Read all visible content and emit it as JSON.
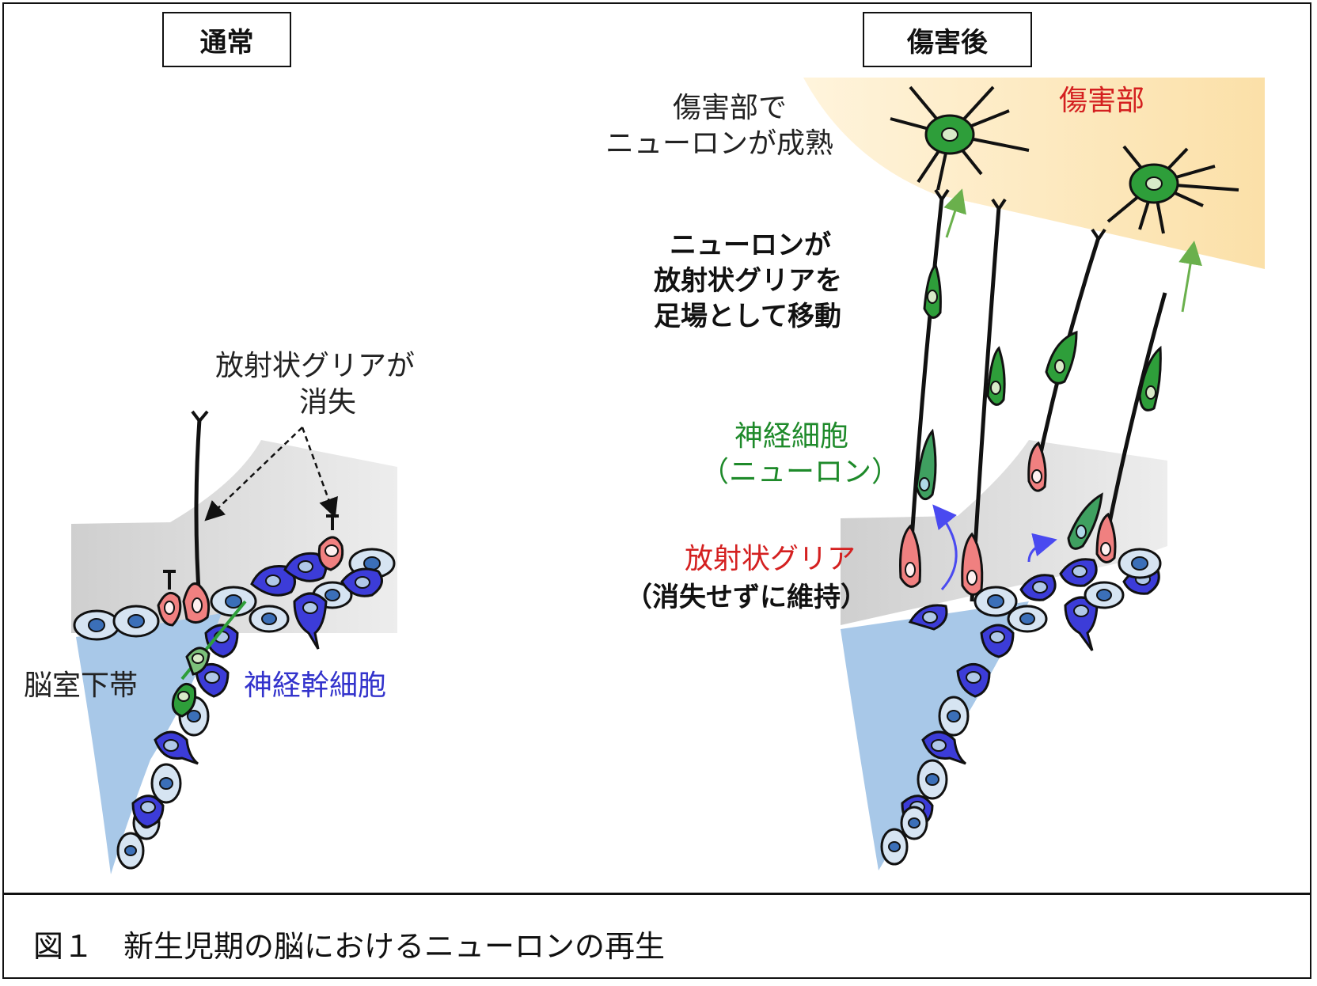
{
  "panels": {
    "normal": {
      "title": "通常"
    },
    "injury": {
      "title": "傷害後"
    }
  },
  "labels": {
    "radial_glia_disappear_1": "放射状グリアが",
    "radial_glia_disappear_2": "消失",
    "svz": "脳室下帯",
    "neural_stem_cells": "神経幹細胞",
    "mature_1": "傷害部で",
    "mature_2": "ニューロンが成熟",
    "injury_site": "傷害部",
    "migration_1": "ニューロンが",
    "migration_2": "放射状グリアを",
    "migration_3": "足場として移動",
    "neuron_1": "神経細胞",
    "neuron_2": "（ニューロン）",
    "radial_glia_1": "放射状グリア",
    "radial_glia_2": "（消失せずに維持）"
  },
  "caption": "図１　新生児期の脳におけるニューロンの再生",
  "colors": {
    "ventricle": "#a8c8e8",
    "tissue_gray": "#d9d9d9",
    "injury_zone": "#fbe3b0",
    "stem_cell": "#3c3cd8",
    "pale_cell": "#d6e4f2",
    "radial_glia": "#f08080",
    "neuron": "#2e9e3a",
    "label_red": "#d42020",
    "label_green": "#1e8a2a",
    "label_blue": "#3333cc"
  }
}
